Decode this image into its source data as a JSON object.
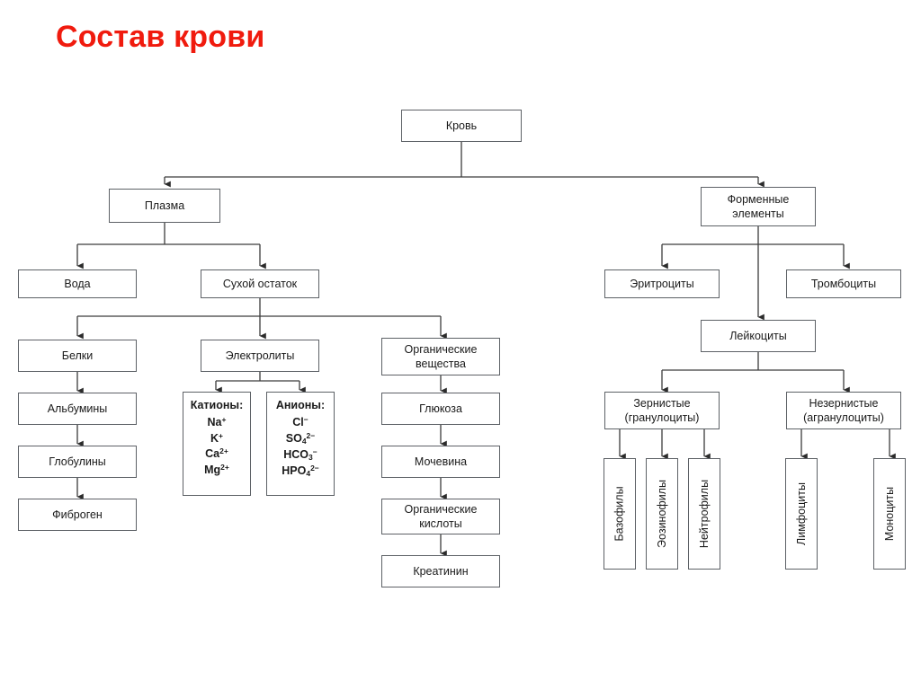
{
  "title": "Состав крови",
  "title_color": "#f01b0e",
  "diagram": {
    "type": "tree-diagram",
    "root": "Кровь",
    "nodes": {
      "blood": "Кровь",
      "plasma": "Плазма",
      "formed_elements": "Форменные\nэлементы",
      "formed_elements_l1": "Форменные",
      "formed_elements_l2": "элементы",
      "water": "Вода",
      "dry_residue": "Сухой остаток",
      "proteins": "Белки",
      "electrolytes": "Электролиты",
      "organic_substances_l1": "Органические",
      "organic_substances_l2": "вещества",
      "albumins": "Альбумины",
      "globulins": "Глобулины",
      "fibrogen": "Фиброген",
      "glucose": "Глюкоза",
      "urea": "Мочевина",
      "organic_acids_l1": "Органические",
      "organic_acids_l2": "кислоты",
      "creatinine": "Креатинин",
      "erythrocytes": "Эритроциты",
      "thrombocytes": "Тромбоциты",
      "leukocytes": "Лейкоциты",
      "granular_l1": "Зернистые",
      "granular_l2": "(гранулоциты)",
      "agranular_l1": "Незернистые",
      "agranular_l2": "(агранулоциты)",
      "basophils": "Базофилы",
      "eosinophils": "Эозинофилы",
      "neutrophils": "Нейтрофилы",
      "lymphocytes": "Лимфоциты",
      "monocytes": "Моноциты"
    },
    "cations": {
      "heading": "Катионы:",
      "items": [
        "Na",
        "K",
        "Ca",
        "Mg"
      ],
      "item_1": "Na",
      "item_1_sup": "+",
      "item_2": "K",
      "item_2_sup": "+",
      "item_3": "Ca",
      "item_3_sup": "2+",
      "item_4": "Mg",
      "item_4_sup": "2+"
    },
    "anions": {
      "heading": "Анионы:",
      "item_1": "Cl",
      "item_1_sup": "−",
      "item_2": "SO",
      "item_2_sub": "4",
      "item_2_sup": "2−",
      "item_3": "HCO",
      "item_3_sub": "3",
      "item_3_sup": "−",
      "item_4": "HPO",
      "item_4_sub": "4",
      "item_4_sup": "2−"
    },
    "edges": [
      {
        "from": "blood",
        "to": "plasma"
      },
      {
        "from": "blood",
        "to": "formed_elements"
      },
      {
        "from": "plasma",
        "to": "water"
      },
      {
        "from": "plasma",
        "to": "dry_residue"
      },
      {
        "from": "dry_residue",
        "to": "proteins"
      },
      {
        "from": "dry_residue",
        "to": "electrolytes"
      },
      {
        "from": "dry_residue",
        "to": "organic_substances"
      },
      {
        "from": "proteins",
        "to": "albumins"
      },
      {
        "from": "albumins",
        "to": "globulins"
      },
      {
        "from": "globulins",
        "to": "fibrogen"
      },
      {
        "from": "electrolytes",
        "to": "cations"
      },
      {
        "from": "electrolytes",
        "to": "anions"
      },
      {
        "from": "organic_substances",
        "to": "glucose"
      },
      {
        "from": "glucose",
        "to": "urea"
      },
      {
        "from": "urea",
        "to": "organic_acids"
      },
      {
        "from": "organic_acids",
        "to": "creatinine"
      },
      {
        "from": "formed_elements",
        "to": "erythrocytes"
      },
      {
        "from": "formed_elements",
        "to": "leukocytes"
      },
      {
        "from": "formed_elements",
        "to": "thrombocytes"
      },
      {
        "from": "leukocytes",
        "to": "granular"
      },
      {
        "from": "leukocytes",
        "to": "agranular"
      },
      {
        "from": "granular",
        "to": "basophils"
      },
      {
        "from": "granular",
        "to": "eosinophils"
      },
      {
        "from": "granular",
        "to": "neutrophils"
      },
      {
        "from": "agranular",
        "to": "lymphocytes"
      },
      {
        "from": "agranular",
        "to": "monocytes"
      }
    ],
    "border_color": "#5d6166",
    "line_color": "#3c3c3c"
  }
}
